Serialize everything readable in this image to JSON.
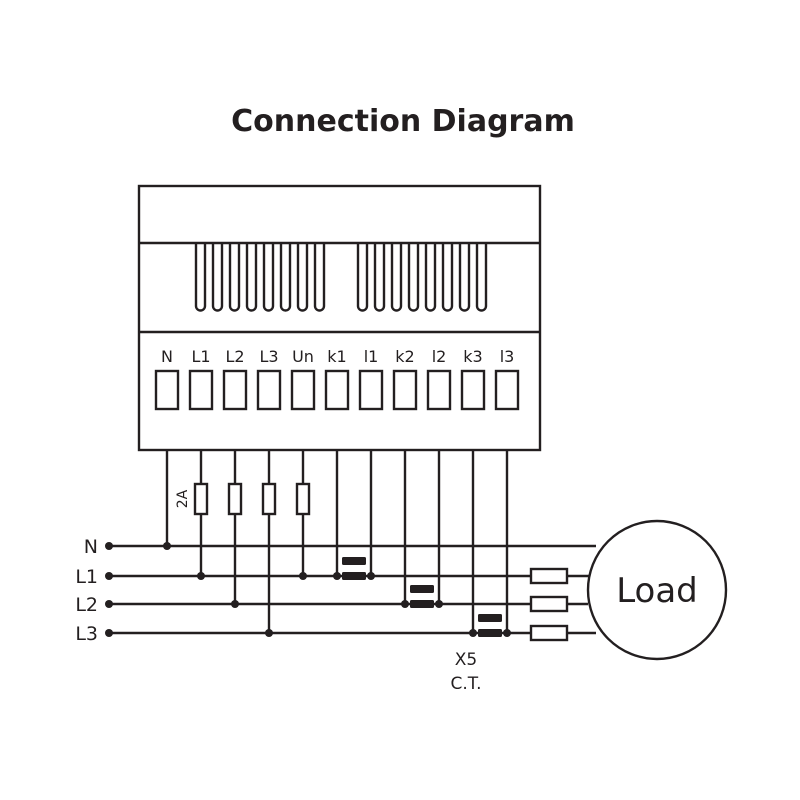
{
  "title": "Connection Diagram",
  "terminals": [
    "N",
    "L1",
    "L2",
    "L3",
    "Un",
    "k1",
    "l1",
    "k2",
    "l2",
    "k3",
    "l3"
  ],
  "fuse_rating": "2A",
  "lines": [
    "N",
    "L1",
    "L2",
    "L3"
  ],
  "load_label": "Load",
  "ct_quantity": "X5",
  "ct_label": "C.T.",
  "colors": {
    "stroke": "#231f20",
    "background": "#ffffff"
  }
}
